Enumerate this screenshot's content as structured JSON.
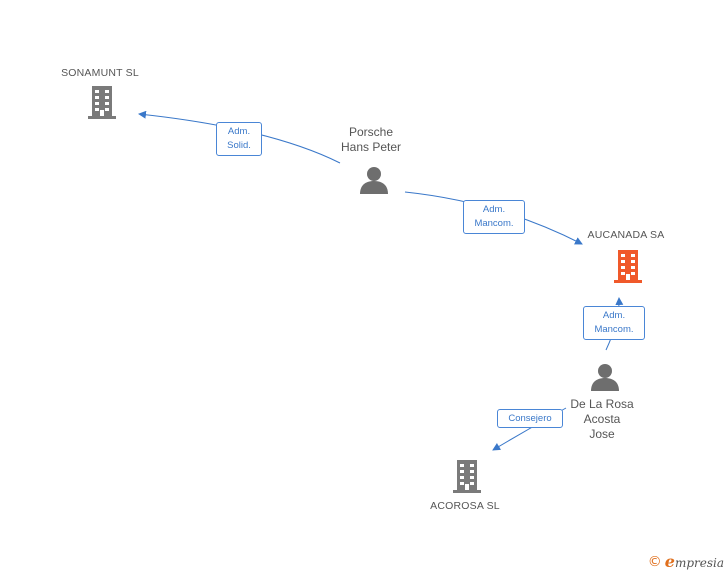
{
  "colors": {
    "company_default": "#7a7a7a",
    "company_highlight": "#f0592a",
    "person": "#6e6e6e",
    "edge": "#3a78c9",
    "label_text": "#555555",
    "brand_accent": "#e0701e"
  },
  "nodes": {
    "sonamunt": {
      "label": "SONAMUNT SL",
      "type": "company",
      "icon": "building-icon"
    },
    "porsche": {
      "label": "Porsche\nHans Peter",
      "type": "person",
      "icon": "person-icon"
    },
    "aucanada": {
      "label": "AUCANADA SA",
      "type": "company",
      "icon": "building-icon",
      "highlighted": true
    },
    "delarosa": {
      "label": "De La Rosa\nAcosta\nJose",
      "type": "person",
      "icon": "person-icon"
    },
    "acorosa": {
      "label": "ACOROSA SL",
      "type": "company",
      "icon": "building-icon"
    }
  },
  "edges": [
    {
      "from": "porsche",
      "to": "sonamunt",
      "label": "Adm.\nSolid."
    },
    {
      "from": "porsche",
      "to": "aucanada",
      "label": "Adm.\nMancom."
    },
    {
      "from": "delarosa",
      "to": "aucanada",
      "label": "Adm.\nMancom."
    },
    {
      "from": "delarosa",
      "to": "acorosa",
      "label": "Consejero"
    }
  ],
  "brand": {
    "copyright": "©",
    "e": "e",
    "name": "mpresia"
  }
}
